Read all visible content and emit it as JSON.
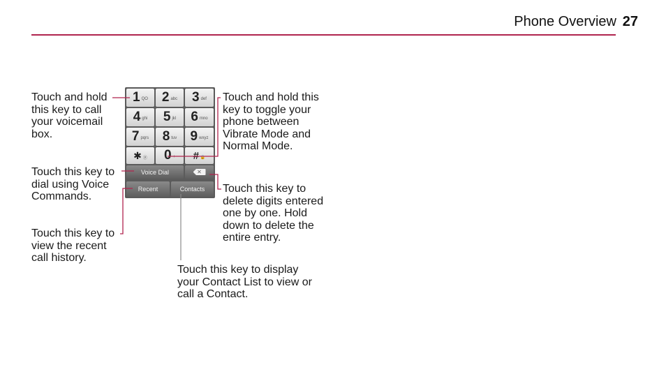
{
  "header": {
    "title": "Phone Overview",
    "page_number": "27"
  },
  "callouts": {
    "voicemail": [
      "Touch and hold",
      "this key to call",
      "your voicemail",
      "box."
    ],
    "vibrate": [
      "Touch and hold this",
      "key to toggle your",
      "phone between",
      "Vibrate Mode and",
      "Normal Mode."
    ],
    "voice_dial": [
      "Touch this key to",
      "dial using Voice",
      "Commands."
    ],
    "delete": [
      "Touch this key to",
      "delete digits entered",
      "one by one. Hold",
      "down to delete the",
      "entire entry."
    ],
    "recent": [
      "Touch this key to",
      "view the recent",
      "call history."
    ],
    "contacts": [
      "Touch this key to display",
      "your Contact List to view or",
      "call a Contact."
    ]
  },
  "keypad": {
    "keys": [
      {
        "num": "1",
        "sub": "QO"
      },
      {
        "num": "2",
        "sub": "abc"
      },
      {
        "num": "3",
        "sub": "def"
      },
      {
        "num": "4",
        "sub": "ghi"
      },
      {
        "num": "5",
        "sub": "jkl"
      },
      {
        "num": "6",
        "sub": "mno"
      },
      {
        "num": "7",
        "sub": "pqrs"
      },
      {
        "num": "8",
        "sub": "tuv"
      },
      {
        "num": "9",
        "sub": "wxyz"
      },
      {
        "num": "✱",
        "sub": "ⓟ"
      },
      {
        "num": "0",
        "sub": "+"
      },
      {
        "num": "#",
        "sub": "🔒"
      }
    ],
    "voice_dial_label": "Voice Dial",
    "delete_symbol": "✕",
    "recent_label": "Recent",
    "contacts_label": "Contacts"
  },
  "colors": {
    "accent": "#b0244e",
    "leader": "#b0244e"
  }
}
